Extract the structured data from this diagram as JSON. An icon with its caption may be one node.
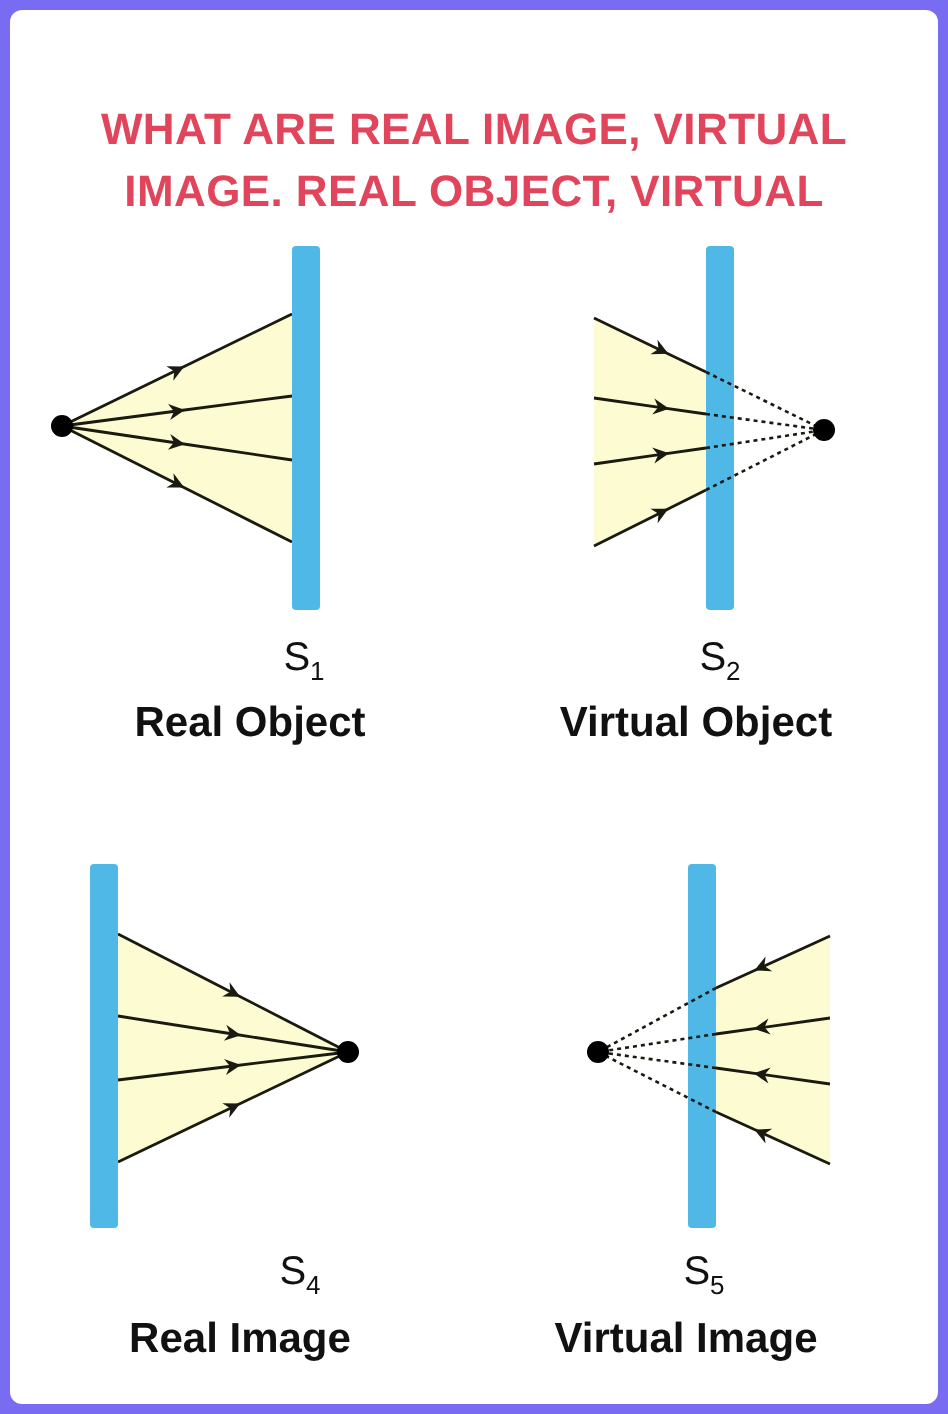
{
  "diagram": {
    "title": "WHAT ARE REAL IMAGE, VIRTUAL IMAGE. REAL OBJECT, VIRTUAL",
    "labels": [
      "S$_{1}$",
      "Real Object",
      "S$_{2}$",
      "Virtual Object",
      "S$_{4}$",
      "Real Image",
      "S$_{5}$",
      "Virtual Image"
    ]
  }
}
